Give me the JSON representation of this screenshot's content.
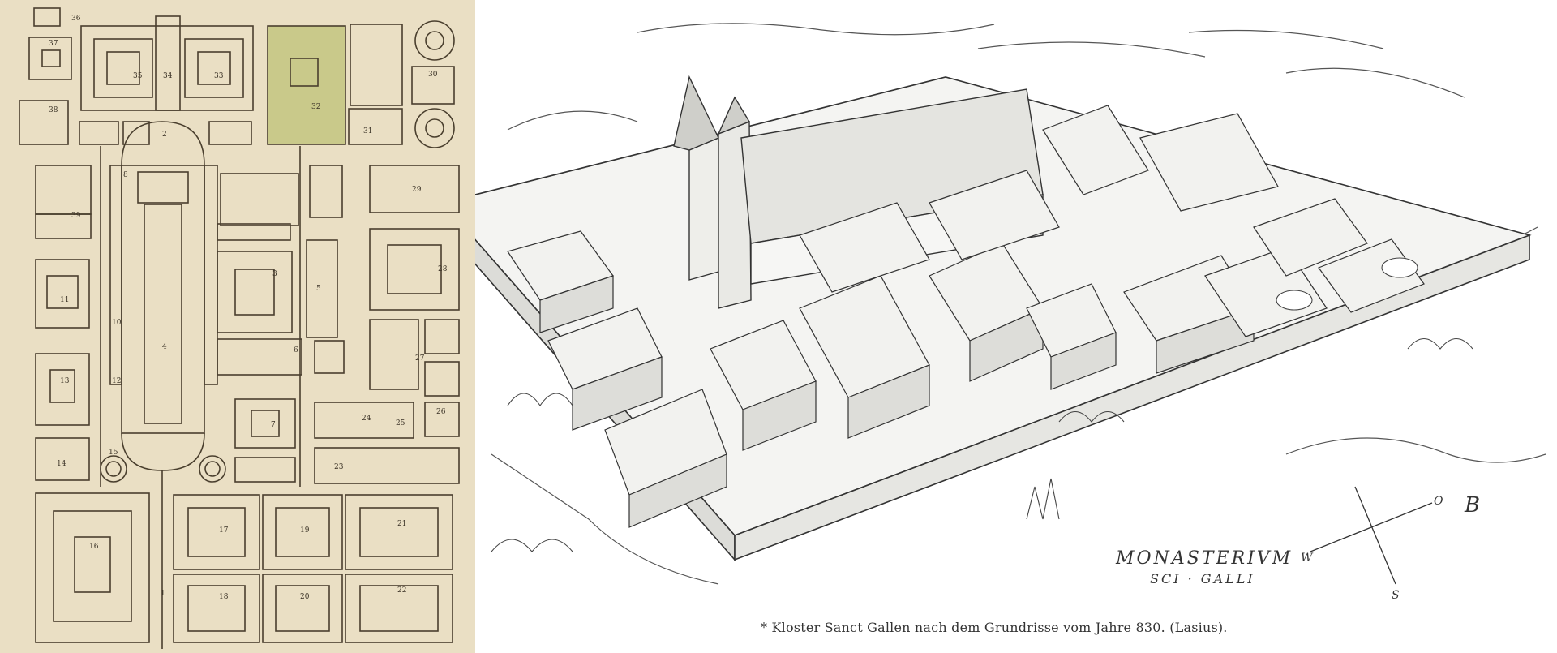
{
  "plan": {
    "labels": [
      "36",
      "37",
      "38",
      "35",
      "34",
      "33",
      "32",
      "30",
      "31",
      "2",
      "8",
      "29",
      "39",
      "3",
      "28",
      "11",
      "5",
      "10",
      "6",
      "27",
      "13",
      "12",
      "4",
      "7",
      "24",
      "25",
      "26",
      "14",
      "15",
      "23",
      "16",
      "17",
      "19",
      "21",
      "1",
      "18",
      "20",
      "22"
    ]
  },
  "view": {
    "inscription_line1": "MONASTERIVM",
    "inscription_line2": "SCI · GALLI",
    "compass": [
      "W",
      "O",
      "S"
    ],
    "corner_letter": "B",
    "caption": "* Kloster Sanct Gallen nach dem Grundrisse vom Jahre 830. (Lasius)."
  },
  "colors": {
    "parchment": "#eadfc4",
    "ink": "#3a3226",
    "garden": "#c9c98a"
  }
}
